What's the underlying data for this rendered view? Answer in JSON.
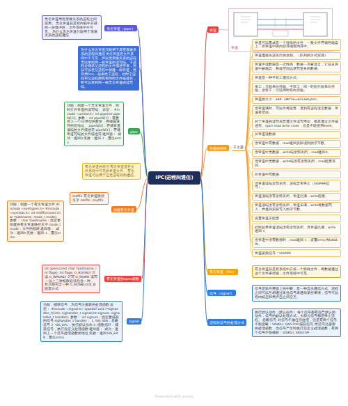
{
  "diagram": {
    "nodes": [
      {
        "text": [
          "IPC(进程间通信)"
        ]
      },
      {
        "text": [
          "管道"
        ]
      },
      {
        "text": [
          "管道"
        ]
      },
      {
        "text": [
          "管道的特性"
        ]
      },
      {
        "text": [
          "子主题"
        ]
      },
      {
        "text": [
          "管道可以看成是一个特殊的文件，一般文件存储在磁盘上，而管道中的内容存储在内存中。"
        ]
      },
      {
        "text": [
          "管道遵循先进先出的原则。（队列的方式实现）"
        ]
      },
      {
        "text": [
          "管道中读数据是一次性的，数据一旦被读走，它就从管道中被抛弃，释放空间以便写更多的数据。"
        ]
      },
      {
        "text": [
          "管道是一种半双工通信方式。"
        ]
      },
      {
        "text": [
          "单工：只能单向传输。半双工：同一时刻只能单向传输。全双工：可以同时双向传输。"
        ]
      },
      {
        "text": [
          "管道的大小：64K（4K*16=65536bytes）"
        ]
      },
      {
        "text": [
          "当管道满时，写操作将阻塞，直到有进程读走数据，管道有空间。"
        ]
      },
      {
        "text": [
          "对于管道的读写与普通文件读写类似，都是通过文件描述符。open read write close，但是不能使用lseek。"
        ]
      },
      {
        "text": [
          "从管道读数据"
        ]
      },
      {
        "text": [
          "当管道中有数据，read返回实际读到的字节数。"
        ]
      },
      {
        "text": [
          "当管道中无数据，write端全部关闭，read返回0。"
        ]
      },
      {
        "text": [
          "当管道中无数据，write端没有全部关闭，read阻塞等待。"
        ]
      },
      {
        "text": [
          "向管道中写数据"
        ]
      },
      {
        "text": [
          "当管道读端全部关闭，进程异常终止（SIGPIPE信号）。"
        ]
      },
      {
        "text": [
          "管道读端没有全部关闭，管道已满，write阻塞。"
        ]
      },
      {
        "text": [
          "管道读端没有全部关闭，管道未满，write将数据写入，并返回实际写入的字节数。"
        ]
      },
      {
        "text": [
          "设置管道非阻塞"
        ]
      },
      {
        "text": [
          "此时如果管道读端没有全部关闭，且管道已满，write返回-1。"
        ]
      },
      {
        "text": [
          "当管道中没有数据时，read返回-1，设置errno为EAGAIN。"
        ]
      },
      {
        "text": [
          "管道破裂信号：SIGPIPE"
        ]
      },
      {
        "text": [
          "有名管道（fifo）"
        ]
      },
      {
        "text": [
          "有名管道就是在系统中开设一个特殊文件，将数据通过这个文件来传输，文件系统中可见。"
        ]
      },
      {
        "text": [
          "信号（signal）"
        ]
      },
      {
        "text": [
          "信号是软件层面上的中断，是一种异步通信方式。进程之间可以互相通过发送信号来通知某些事情，信号可以在内核态和用户态之间交互。"
        ]
      },
      {
        "text": [
          "进程对信号的处理方式"
        ]
      },
      {
        "text": [
          "执行默认动作（默认操作） 每个信号都有自己默认的动作，信号的默认处理方式，大部分信号都是终止进程。 忽略信号 对信号不做任何处理，但是有两个信号不能忽略：SIGKILL SIGSTOP 捕获信号 给信号注册新的处理函数，当信号产生时执行自定义处理函数，有两个信号不能捕获：SIGKILL SIGSTOP"
        ]
      },
      {
        "text": [
          "无名管道（pipe）"
        ]
      },
      {
        "text": [
          "无名管道用在亲缘关系的进程之间使用。 无名管道就是在内核中开辟的一段缓冲区，文件系统中不可见。 为什么无名管道只能用于亲缘关系的进程通信"
        ]
      },
      {
        "text": [
          "为什么无名管道只能用于具有亲缘关系的进程间通信 无名管道在文件系统中不可见，所以无亲缘关系的进程无法拿到同一根管道的读写端。子进程会继承父进程的文件描述符表，所以可以在父进程中创建一根管道，然后用fork一份来给子进程，此时子进程和父进程拥有相同的文件描述符，即可以拿到同一根无名管道的读写端。"
        ]
      },
      {
        "text": [
          "pipe"
        ]
      },
      {
        "text": [
          "功能：创建一个无名管道文件，同时打开管道的读写端。 原型： #include <unistd.h> int pipe(int pipefd[2]); 参数： int pipefd[2]：需要传入一个int类型的数组，存储描述符的首地址。 pipefd[0]：存储管道读端的文件描述符 pipefd[1]：存储管道写端的文件描述符 返回值： 成功：返回0 失败：返回-1，置位errno"
        ]
      },
      {
        "text": [
          "有名管道的特点 有名管道是在文件系统中可见的管道文件。 有名管道可以用于任意进程间的通信。"
        ]
      },
      {
        "text": [
          "创建有名管道"
        ]
      },
      {
        "text": [
          "功能：创建一个有名管道文件 #include <sys/types.h> #include <sys/stat.h> int mkfifo(const char *pathname, mode_t mode); 参数： char *pathname：指定要创建的有名管道路径名字 mode_t mode：文件的权限 返回值： 成功：返回0 失败：返回-1，置位errno"
        ]
      },
      {
        "text": [
          "mkfifo 有名管道路径名字 mkfifo ./myfifo"
        ]
      },
      {
        "text": [
          "有名管道的open函数"
        ]
      },
      {
        "text": [
          "int open(const char *pathname, int flags); int flags: O_RDONLY 只读 O_WRONLY 只写 O_RDWR 读写 ----以上三种权限必须包含一种，且只能包含一种 O_NONBLOCK 非阻塞方式"
        ]
      },
      {
        "text": [
          "signal"
        ]
      },
      {
        "text": [
          "功能：捕获信号，为信号注册新的处理函数 原型： #include <signal.h> typedef void (*sighandler_t)(int); sighandler_t signal(int signum, sighandler_t handler); 参数： int signum：指定要捕获的信号 sighandler_t handler： 1. SIG_IGN：忽略信号 2. SIG_DFL：执行默认操作 3. 函数指针：捕获信号，执行自定义处理函数 返回值： 成功：返回上一个信号处理函数的地址 失败：返回SIG_ERR，置位errno"
        ]
      }
    ],
    "edges": [
      {
        "from": 0,
        "to": 1,
        "arrow": "none"
      },
      {
        "from": 1,
        "to": 2,
        "arrow": "none"
      },
      {
        "from": 0,
        "to": 3,
        "arrow": "none"
      },
      {
        "from": 3,
        "to": 4,
        "arrow": "none"
      },
      {
        "from": 4,
        "to": 5,
        "arrow": "none"
      },
      {
        "from": 4,
        "to": 6,
        "arrow": "none"
      },
      {
        "from": 4,
        "to": 7,
        "arrow": "none"
      },
      {
        "from": 4,
        "to": 8,
        "arrow": "none"
      },
      {
        "from": 4,
        "to": 9,
        "arrow": "none"
      },
      {
        "from": 4,
        "to": 10,
        "arrow": "none"
      },
      {
        "from": 4,
        "to": 11,
        "arrow": "none"
      },
      {
        "from": 4,
        "to": 12,
        "arrow": "none"
      },
      {
        "from": 4,
        "to": 13,
        "arrow": "none"
      },
      {
        "from": 4,
        "to": 14,
        "arrow": "none"
      },
      {
        "from": 4,
        "to": 15,
        "arrow": "none"
      },
      {
        "from": 4,
        "to": 16,
        "arrow": "none"
      },
      {
        "from": 4,
        "to": 17,
        "arrow": "none"
      },
      {
        "from": 4,
        "to": 18,
        "arrow": "none"
      },
      {
        "from": 4,
        "to": 19,
        "arrow": "none"
      },
      {
        "from": 4,
        "to": 20,
        "arrow": "none"
      },
      {
        "from": 4,
        "to": 21,
        "arrow": "none"
      },
      {
        "from": 4,
        "to": 22,
        "arrow": "none"
      },
      {
        "from": 4,
        "to": 23,
        "arrow": "none"
      },
      {
        "from": 4,
        "to": 24,
        "arrow": "none"
      },
      {
        "from": 0,
        "to": 25,
        "arrow": "none"
      },
      {
        "from": 25,
        "to": 26,
        "arrow": "none"
      },
      {
        "from": 0,
        "to": 27,
        "arrow": "none"
      },
      {
        "from": 27,
        "to": 28,
        "arrow": "none"
      },
      {
        "from": 0,
        "to": 29,
        "arrow": "none"
      },
      {
        "from": 29,
        "to": 30,
        "arrow": "none"
      },
      {
        "from": 0,
        "to": 31,
        "arrow": "none"
      },
      {
        "from": 31,
        "to": 32,
        "arrow": "none"
      },
      {
        "from": 0,
        "to": 33,
        "arrow": "none"
      },
      {
        "from": 0,
        "to": 34,
        "arrow": "none"
      },
      {
        "from": 34,
        "to": 35,
        "arrow": "none"
      },
      {
        "from": 0,
        "to": 36,
        "arrow": "none"
      },
      {
        "from": 0,
        "to": 37,
        "arrow": "none"
      },
      {
        "from": 37,
        "to": 38,
        "arrow": "none"
      },
      {
        "from": 37,
        "to": 39,
        "arrow": "none"
      },
      {
        "from": 0,
        "to": 40,
        "arrow": "none"
      },
      {
        "from": 40,
        "to": 41,
        "arrow": "none"
      },
      {
        "from": 0,
        "to": 42,
        "arrow": "none"
      },
      {
        "from": 42,
        "to": 43,
        "arrow": "none"
      }
    ],
    "labels": [
      "Presented with xmind"
    ]
  }
}
